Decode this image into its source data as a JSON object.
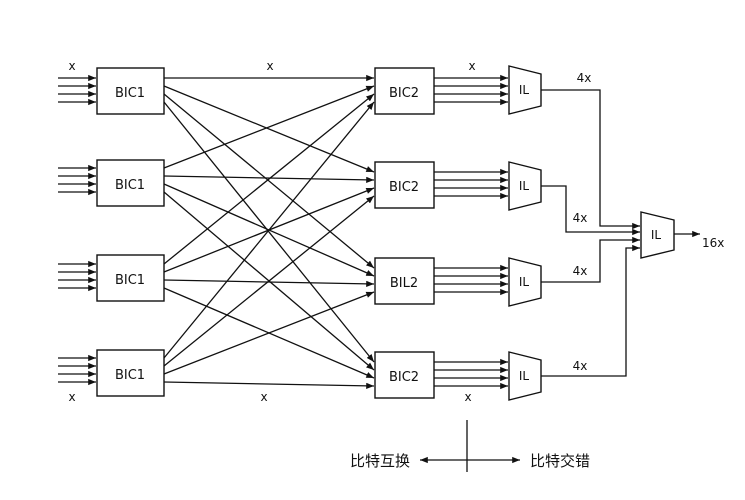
{
  "stage1": {
    "blocks": [
      "BIC1",
      "BIC1",
      "BIC1",
      "BIC1"
    ]
  },
  "stage2": {
    "blocks": [
      "BIC2",
      "BIC2",
      "BIL2",
      "BIC2"
    ]
  },
  "stage3": {
    "blocks": [
      "IL",
      "IL",
      "IL",
      "IL"
    ]
  },
  "final": {
    "block": "IL",
    "output_label": "16x"
  },
  "labels": {
    "x_in_top": "x",
    "x_mid_top": "x",
    "x_out_top": "x",
    "x_in_bottom": "x",
    "x_mid_bottom": "x",
    "x_out_bottom": "x",
    "four_x": [
      "4x",
      "4x",
      "4x",
      "4x"
    ]
  },
  "legend": {
    "left": "比特互换",
    "right": "比特交错"
  }
}
